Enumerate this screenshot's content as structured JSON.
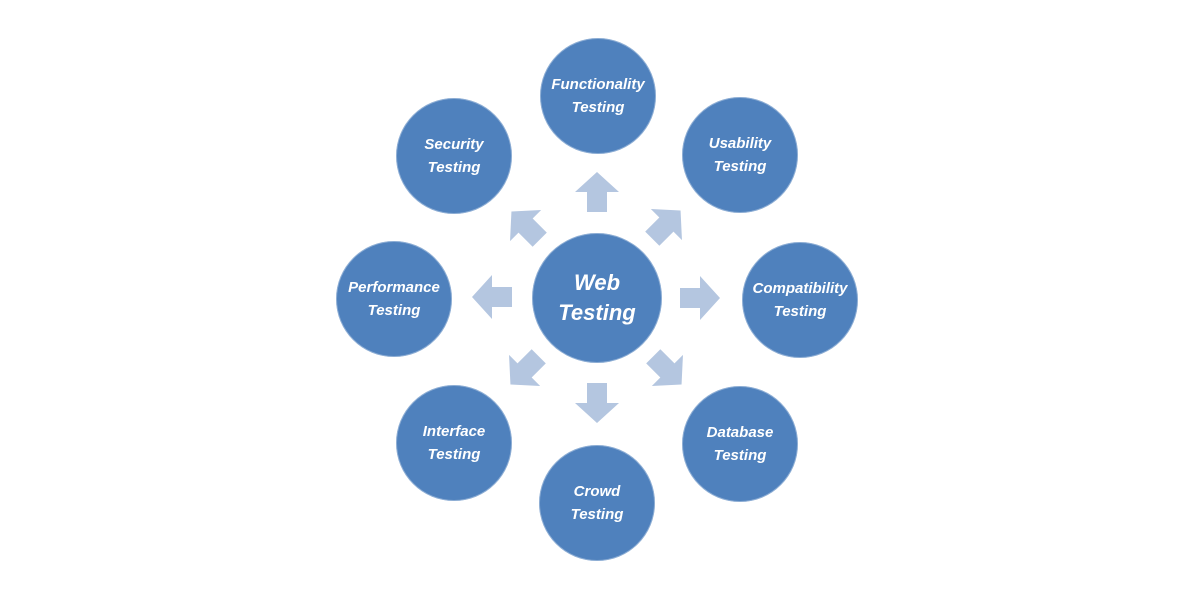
{
  "colors": {
    "node_fill": "#4f81bd",
    "arrow_fill": "#b4c6e0",
    "text": "#ffffff",
    "background": "#ffffff"
  },
  "center": {
    "line1": "Web",
    "line2": "Testing"
  },
  "nodes": [
    {
      "line1": "Functionality",
      "line2": "Testing"
    },
    {
      "line1": "Usability",
      "line2": "Testing"
    },
    {
      "line1": "Compatibility",
      "line2": "Testing"
    },
    {
      "line1": "Database",
      "line2": "Testing"
    },
    {
      "line1": "Crowd",
      "line2": "Testing"
    },
    {
      "line1": "Interface",
      "line2": "Testing"
    },
    {
      "line1": "Performance",
      "line2": "Testing"
    },
    {
      "line1": "Security",
      "line2": "Testing"
    }
  ]
}
